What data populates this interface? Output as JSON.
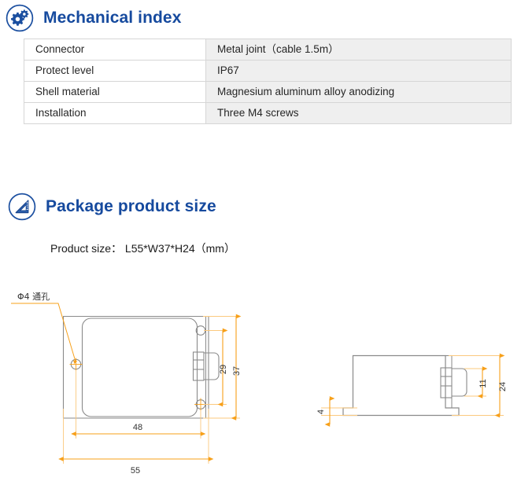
{
  "sections": [
    {
      "id": "mechanical-index",
      "icon": "gears-icon",
      "title": "Mechanical index"
    },
    {
      "id": "package-product-size",
      "icon": "set-square-ruler-icon",
      "title": "Package product size"
    }
  ],
  "spec_table": {
    "rows": [
      {
        "key": "Connector",
        "value": "Metal joint（cable 1.5m）"
      },
      {
        "key": "Protect level",
        "value": "IP67"
      },
      {
        "key": "Shell material",
        "value": "Magnesium aluminum alloy anodizing"
      },
      {
        "key": "Installation",
        "value": "Three M4 screws"
      }
    ]
  },
  "product_size_line": "Product size： L55*W37*H24（mm）",
  "drawings": {
    "front_view": {
      "name": "front-view-drawing",
      "callout": "Φ4 通孔",
      "dimensions": {
        "overall_height": "37",
        "hole_spacing_vertical": "29",
        "body_width": "48",
        "overall_width": "55"
      }
    },
    "side_view": {
      "name": "side-view-drawing",
      "dimensions": {
        "overall_height": "24",
        "connector_height": "11",
        "base_flange_thickness": "4"
      }
    }
  },
  "colors": {
    "heading_blue": "#164A9E",
    "dimension_orange": "#F7A01A",
    "dimension_line_light": "#FBC97E",
    "outline_gray": "#8A8A8A",
    "table_value_bg": "#efefef",
    "table_border": "#d6d6d6"
  }
}
